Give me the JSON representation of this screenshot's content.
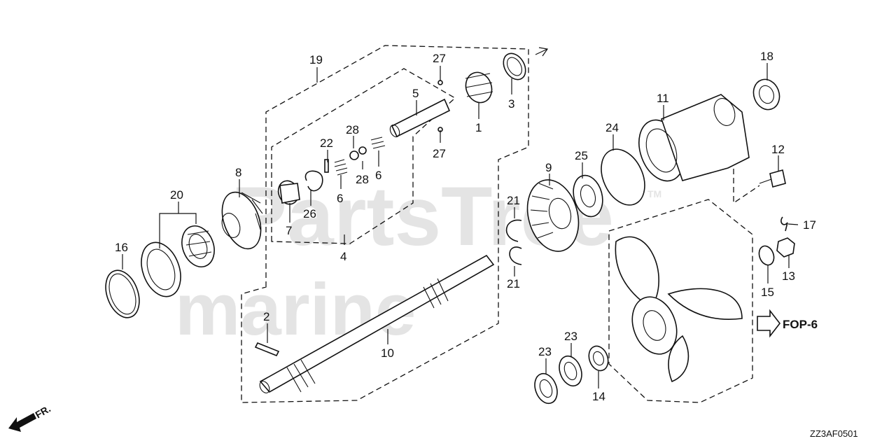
{
  "watermark": {
    "line1": "PartsTree",
    "line2": "marine",
    "tm": "TM"
  },
  "diagram_code": "ZZ3AF0501",
  "reference_label": "FOP-6",
  "direction_label": "FR.",
  "callouts": [
    "1",
    "2",
    "3",
    "4",
    "5",
    "6",
    "6",
    "7",
    "8",
    "9",
    "10",
    "11",
    "12",
    "13",
    "14",
    "15",
    "16",
    "17",
    "18",
    "19",
    "20",
    "21",
    "21",
    "22",
    "23",
    "23",
    "24",
    "25",
    "26",
    "27",
    "27",
    "28",
    "28"
  ]
}
